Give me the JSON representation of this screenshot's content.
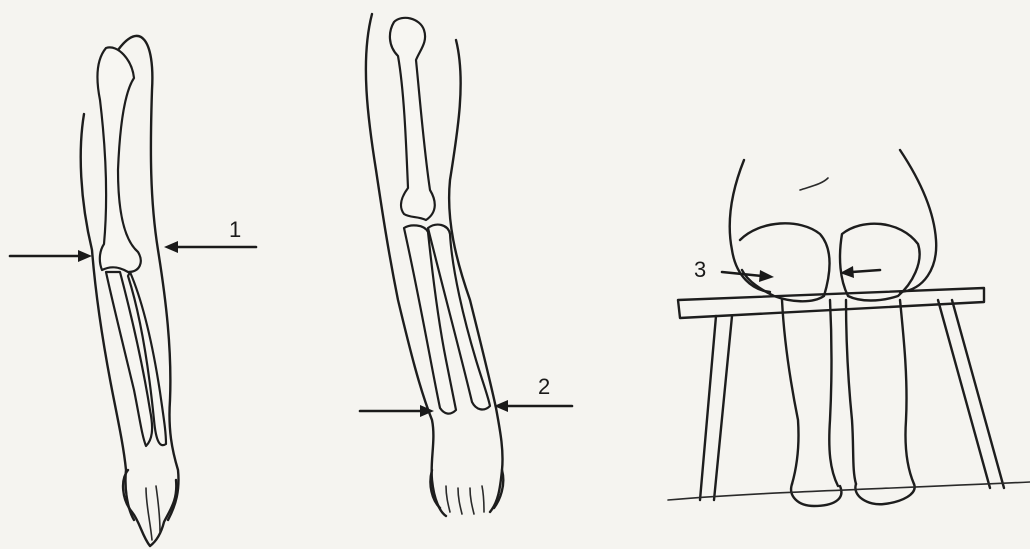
{
  "labels": {
    "elbow": "1",
    "wrist": "2",
    "knee": "3"
  }
}
